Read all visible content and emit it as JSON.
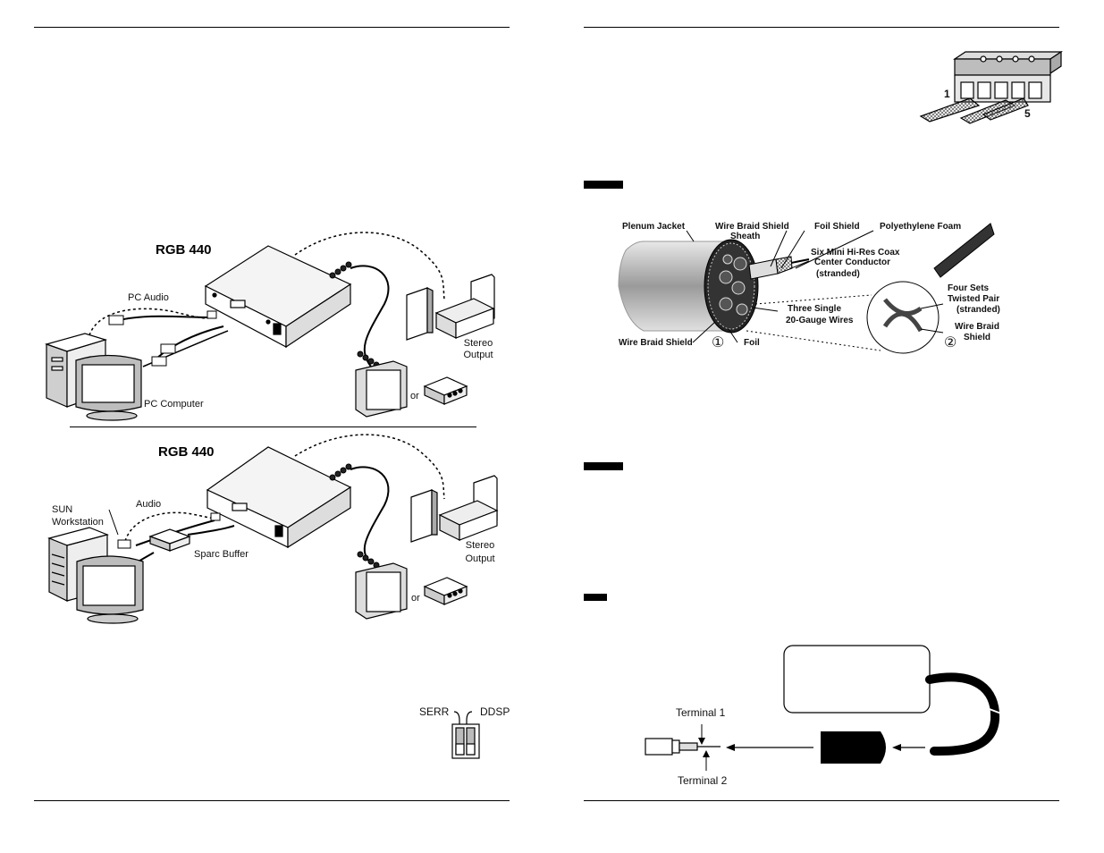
{
  "left_page": {
    "figure_top": {
      "title": "RGB 440",
      "labels": {
        "pc_audio": "PC Audio",
        "pc_computer": "PC Computer",
        "stereo_output": [
          "Stereo",
          "Output"
        ],
        "or": "or"
      }
    },
    "figure_bottom": {
      "title": "RGB 440",
      "labels": {
        "sun_workstation": [
          "SUN",
          "Workstation"
        ],
        "audio": "Audio",
        "sparc_buffer": "Sparc Buffer",
        "stereo_output": [
          "Stereo",
          "Output"
        ],
        "or": "or"
      }
    },
    "switch": {
      "left": "SERR",
      "right": "DDSP"
    }
  },
  "right_page": {
    "terminal_block": {
      "pin_first": "1",
      "pin_last": "5"
    },
    "cable_figure": {
      "plenum_jacket": "Plenum Jacket",
      "wire_braid_shield_top": "Wire Braid Shield",
      "sheath": "Sheath",
      "foil_shield": "Foil Shield",
      "polyethylene_foam": "Polyethylene Foam",
      "six_coax": "Six Mini Hi-Res Coax",
      "center_conductor": [
        "Center Conductor",
        "(stranded)"
      ],
      "three_single": [
        "Three Single",
        "20-Gauge Wires"
      ],
      "wire_braid_shield_left": "Wire Braid Shield",
      "foil": "Foil",
      "marker_1": "①",
      "marker_2": "②",
      "four_sets": [
        "Four Sets",
        "Twisted Pair",
        "(stranded)"
      ],
      "wire_braid_shield_right": [
        "Wire Braid",
        "Shield"
      ]
    },
    "power_figure": {
      "terminal_1": "Terminal 1",
      "terminal_2": "Terminal 2"
    }
  }
}
